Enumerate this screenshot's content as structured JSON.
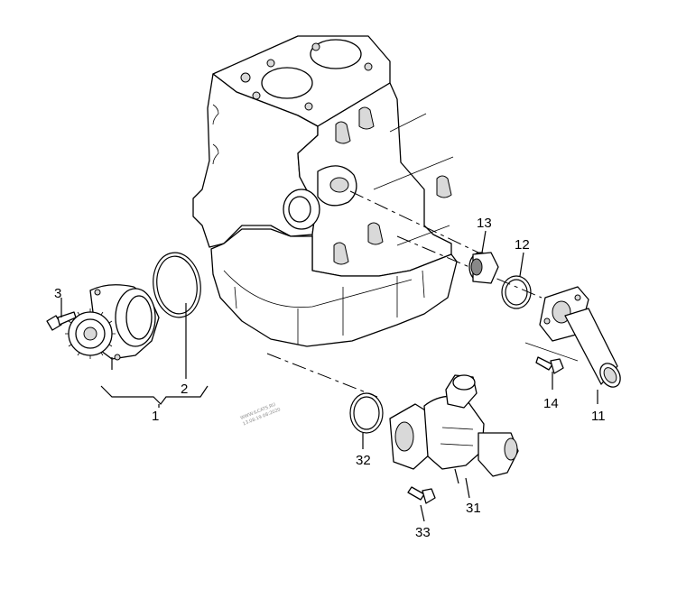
{
  "diagram": {
    "callouts": {
      "p1": "1",
      "p2": "2",
      "p3": "3",
      "p11": "11",
      "p12": "12",
      "p13": "13",
      "p14": "14",
      "p31": "31",
      "p32": "32",
      "p33": "33"
    },
    "watermark": {
      "line1": "WWW.ILCATS.RU",
      "line2": "13.08.19 08:2020"
    }
  }
}
